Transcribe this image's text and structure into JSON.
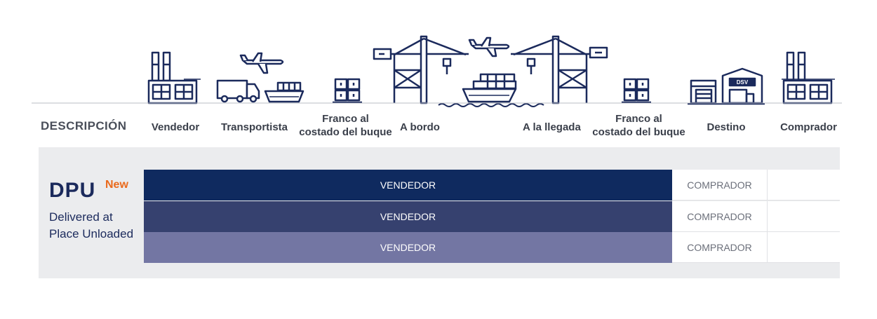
{
  "header": {
    "description_label": "DESCRIPCIÓN",
    "columns": [
      {
        "label_lines": [
          "Vendedor"
        ]
      },
      {
        "label_lines": [
          "Transportista"
        ]
      },
      {
        "label_lines": [
          "Franco al",
          "costado del buque"
        ]
      },
      {
        "label_lines": [
          "A bordo"
        ]
      },
      {
        "label_lines": [
          "A la llegada"
        ]
      },
      {
        "label_lines": [
          "Franco al",
          "costado del buque"
        ]
      },
      {
        "label_lines": [
          "Destino"
        ]
      },
      {
        "label_lines": [
          "Comprador"
        ]
      }
    ],
    "warehouse_sign": "DSV"
  },
  "term": {
    "code": "DPU",
    "badge": "New",
    "name_lines": [
      "Delivered at",
      "Place Unloaded"
    ]
  },
  "rows": [
    {
      "seller_label": "VENDEDOR",
      "buyer_label": "COMPRADOR",
      "color": "#0f2a5f"
    },
    {
      "seller_label": "VENDEDOR",
      "buyer_label": "COMPRADOR",
      "color": "#36416f"
    },
    {
      "seller_label": "VENDEDOR",
      "buyer_label": "COMPRADOR",
      "color": "#7376a3"
    }
  ],
  "colors": {
    "icon_navy": "#1b2a5c",
    "accent_orange": "#ea6a1c",
    "panel_gray": "#ebecee"
  }
}
